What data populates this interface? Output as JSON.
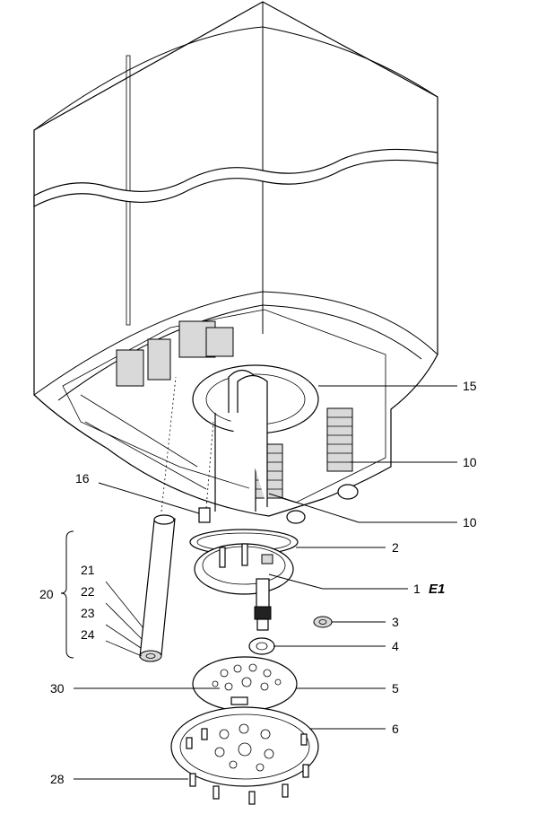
{
  "labels": {
    "l15": "15",
    "l10a": "10",
    "l10b": "10",
    "l16": "16",
    "l2": "2",
    "l1": "1",
    "lE1": "E1",
    "l20": "20",
    "l21": "21",
    "l22": "22",
    "l23": "23",
    "l24": "24",
    "l3": "3",
    "l4": "4",
    "l30": "30",
    "l5": "5",
    "l6": "6",
    "l28": "28"
  }
}
